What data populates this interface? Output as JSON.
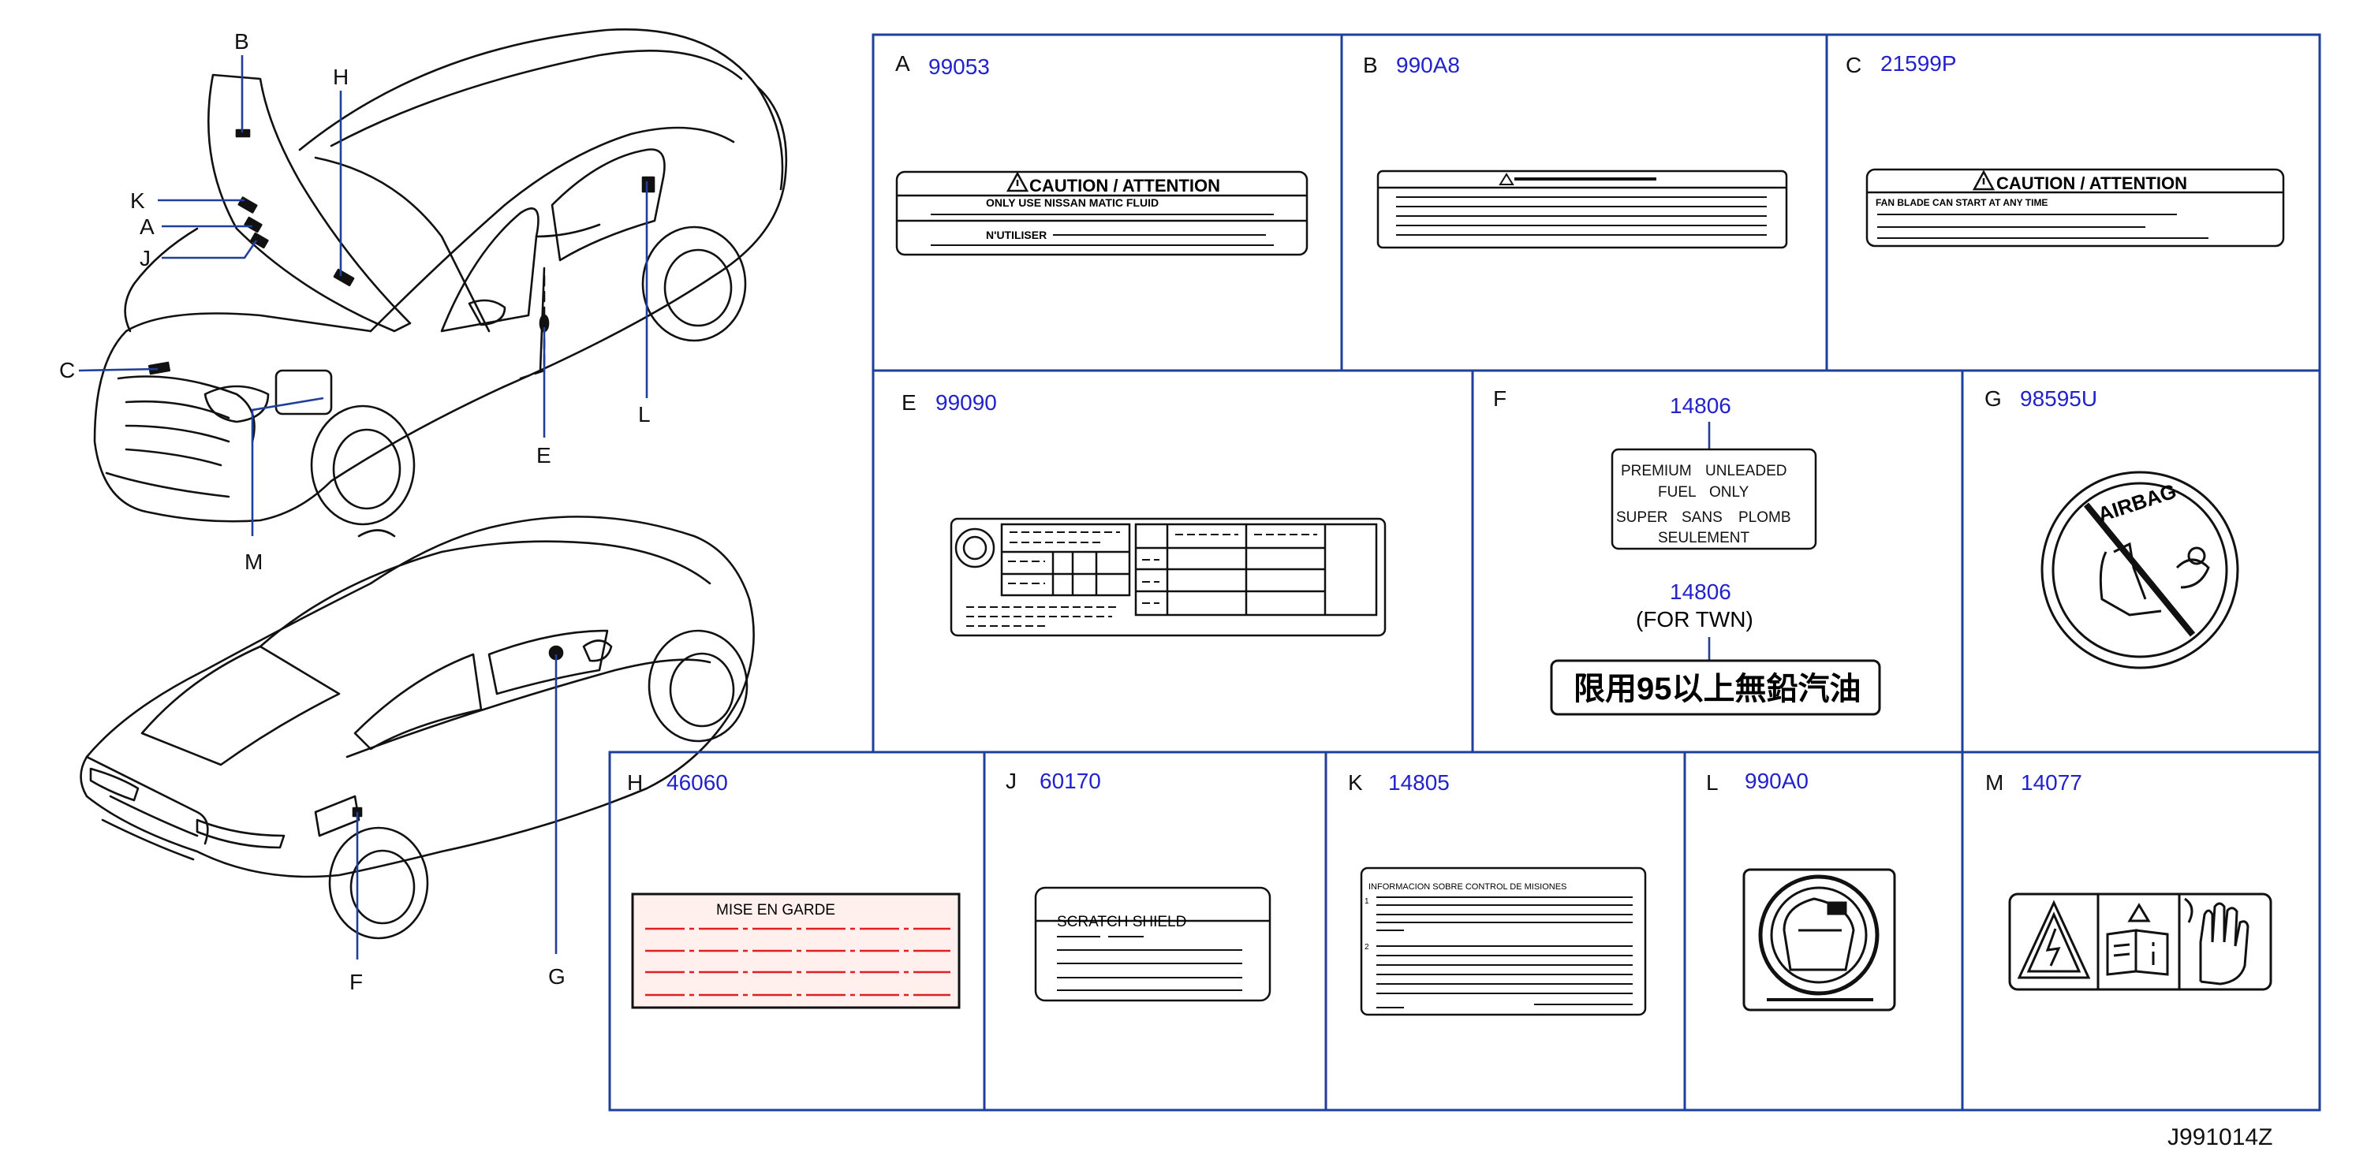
{
  "diagram_id": "J991014Z",
  "callouts": [
    "A",
    "B",
    "C",
    "E",
    "F",
    "G",
    "H",
    "J",
    "K",
    "L",
    "M"
  ],
  "panels": {
    "A": {
      "letter": "A",
      "part": "99053",
      "header": "CAUTION / ATTENTION",
      "line1": "ONLY  USE  NISSAN  MATIC  FLUID",
      "line2": "N'UTILISER"
    },
    "B": {
      "letter": "B",
      "part": "990A8"
    },
    "C": {
      "letter": "C",
      "part": "21599P",
      "header": "CAUTION / ATTENTION",
      "line1": "FAN BLADE CAN START AT ANY TIME"
    },
    "E": {
      "letter": "E",
      "part": "99090"
    },
    "F": {
      "letter": "F",
      "part": "14806",
      "l1a": "PREMIUM",
      "l1b": "UNLEADED",
      "l2a": "FUEL",
      "l2b": "ONLY",
      "l3a": "SUPER",
      "l3b": "SANS",
      "l3c": "PLOMB",
      "l4": "SEULEMENT",
      "part2": "14806",
      "note": "(FOR   TWN)",
      "chinese": "限用95以上無鉛汽油"
    },
    "G": {
      "letter": "G",
      "part": "98595U",
      "icon_text": "AIRBAG"
    },
    "H": {
      "letter": "H",
      "part": "46060",
      "header": "MISE    EN    GARDE"
    },
    "J": {
      "letter": "J",
      "part": "60170",
      "header": "SCRATCH    SHIELD"
    },
    "K": {
      "letter": "K",
      "part": "14805",
      "header": "INFORMACION   SOBRE   CONTROL   DE   MISIONES",
      "n1": "1",
      "n2": "2"
    },
    "L": {
      "letter": "L",
      "part": "990A0"
    },
    "M": {
      "letter": "M",
      "part": "14077"
    }
  },
  "colors": {
    "frame": "#1f3f9a",
    "part_number": "#2222cc",
    "warning_red": "#e02020",
    "label_red_bg": "#fff0ee"
  }
}
